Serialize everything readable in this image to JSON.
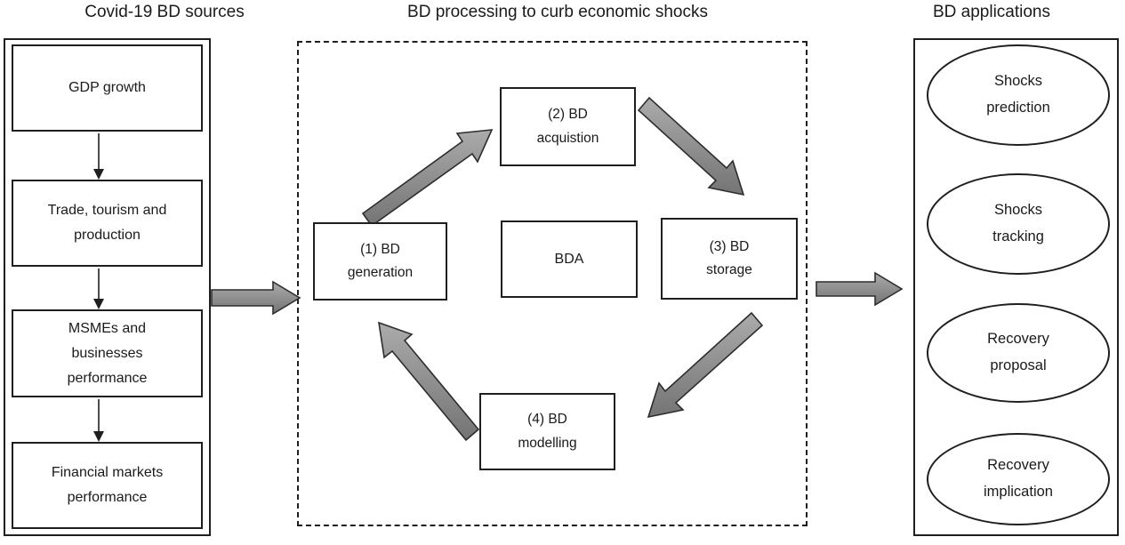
{
  "figure": {
    "sources": {
      "title": "Covid-19 BD sources",
      "boxes": [
        "GDP growth",
        "Trade, tourism and\nproduction",
        "MSMEs and\nbusinesses\nperformance",
        "Financial markets\nperformance"
      ]
    },
    "processing": {
      "title": "BD processing to curb economic shocks",
      "center": "BDA",
      "steps": [
        "(1) BD\ngeneration",
        "(2) BD\nacquistion",
        "(3) BD\nstorage",
        "(4) BD\nmodelling"
      ]
    },
    "applications": {
      "title": "BD applications",
      "ellipses": [
        "Shocks\nprediction",
        "Shocks\ntracking",
        "Recovery\nproposal",
        "Recovery\nimplication"
      ]
    },
    "colors": {
      "text": "#1a1a1a",
      "line": "#1f1f1f",
      "arrow_light": "#ababab",
      "arrow_dark": "#747474",
      "arrow_stroke": "#2d2d2d"
    }
  }
}
